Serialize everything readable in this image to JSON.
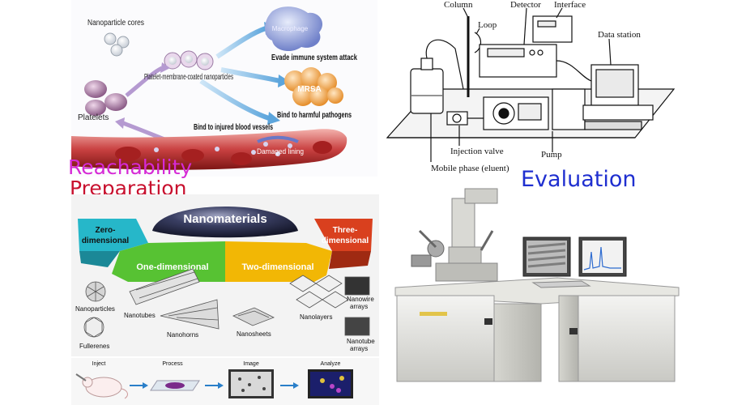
{
  "panels": {
    "nano": {
      "cores": "Nanoparticle cores",
      "platelets": "Platelets",
      "coated": "Platelet-membrane-coated nanoparticles",
      "macrophage": "Macrophage",
      "evade": "Evade immune system attack",
      "mrsa": "MRSA",
      "bind_pathogens": "Bind to harmful pathogens",
      "bind_vessels": "Bind to injured blood vessels",
      "damaged": "Damaged lining"
    },
    "reachability": "Reachability",
    "preparation": "Preparation",
    "evaluation": "Evaluation",
    "hplc": {
      "column": "Column",
      "detector": "Detector",
      "interface": "Interface",
      "loop": "Loop",
      "data_station": "Data station",
      "injection_valve": "Injection valve",
      "pump": "Pump",
      "mobile_phase": "Mobile phase (eluent)"
    },
    "nanomaterials": {
      "title": "Nanomaterials",
      "zero": "Zero-dimensional",
      "one": "One-dimensional",
      "two": "Two-dimensional",
      "three": "Three-dimensional",
      "nanoparticles": "Nanoparticles",
      "fullerenes": "Fullerenes",
      "nanotubes": "Nanotubes",
      "nanohorns": "Nanohorns",
      "nanosheets": "Nanosheets",
      "nanolayers": "Nanolayers",
      "nanowire": "Nanowire arrays",
      "nanotube_arrays": "Nanotube arrays"
    },
    "workflow": {
      "inject": "Inject",
      "process": "Process",
      "image": "Image",
      "analyze": "Analyze"
    }
  },
  "colors": {
    "reachability": "#d62ad6",
    "preparation": "#c8102e",
    "evaluation": "#1f2fd0",
    "zero": "#26b7c9",
    "one": "#57c233",
    "two": "#f2b705",
    "three": "#d9401e"
  }
}
